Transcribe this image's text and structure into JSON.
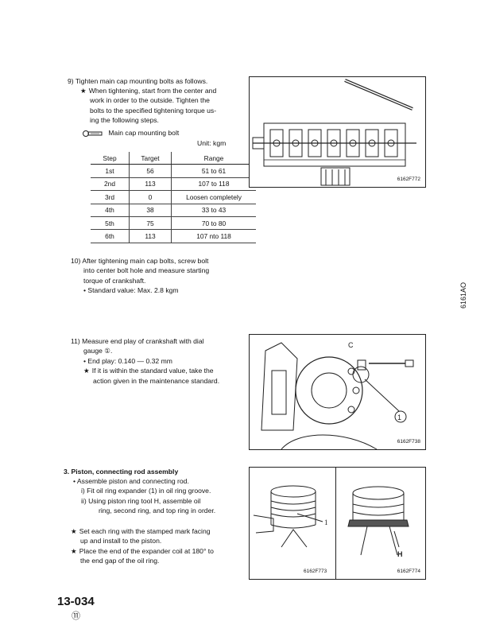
{
  "step9": {
    "heading": "9) Tighten main cap mounting bolts as follows.",
    "note_l1": "When tightening, start from the center and",
    "note_l2": "work in order to the outside. Tighten the",
    "note_l3": "bolts to the specified tightening torque us-",
    "note_l4": "ing the following steps.",
    "bolt_label": "Main cap mounting bolt",
    "unit": "Unit: kgm",
    "table_headers": [
      "Step",
      "Target",
      "Range"
    ],
    "table_rows": [
      [
        "1st",
        "56",
        "51 to 61"
      ],
      [
        "2nd",
        "113",
        "107 to 118"
      ],
      [
        "3rd",
        "0",
        "Loosen completely"
      ],
      [
        "4th",
        "38",
        "33 to 43"
      ],
      [
        "5th",
        "75",
        "70 to 80"
      ],
      [
        "6th",
        "113",
        "107 nto 118"
      ]
    ]
  },
  "step10": {
    "l1": "10) After tightening main cap bolts, screw bolt",
    "l2": "into center bolt hole and measure starting",
    "l3": "torque of crankshaft.",
    "l4": "•  Standard value:  Max. 2.8 kgm"
  },
  "step11": {
    "l1": "11) Measure end play of crankshaft with dial",
    "l2": "gauge ①.",
    "l3": "•  End play:   0.140 —  0.32 mm",
    "l4": "If it is within the standard value, take the",
    "l5": "action given in the maintenance standard."
  },
  "section3": {
    "title": "3.   Piston, connecting rod assembly",
    "b1": "•  Assemble piston and connecting rod.",
    "i1": "i)    Fit oil ring expander (1) in oil ring groove.",
    "ii1": "ii)   Using piston ring tool H, assemble oil",
    "ii2": "ring, second ring, and top ring in order.",
    "s1a": "Set each ring with the stamped mark facing",
    "s1b": "up and install to the piston.",
    "s2a": "Place the end of the expander coil at 180° to",
    "s2b": "the end gap of the oil ring."
  },
  "figures": {
    "crank": "6162F772",
    "dial": "6162F738",
    "piston_left": "6162F773",
    "piston_right": "6162F774",
    "label_1": "1",
    "label_circ1": "①",
    "label_h": "H",
    "label_c": "C"
  },
  "side_code": "6161AO",
  "footer": {
    "page": "13-034",
    "rev": "⑪"
  }
}
